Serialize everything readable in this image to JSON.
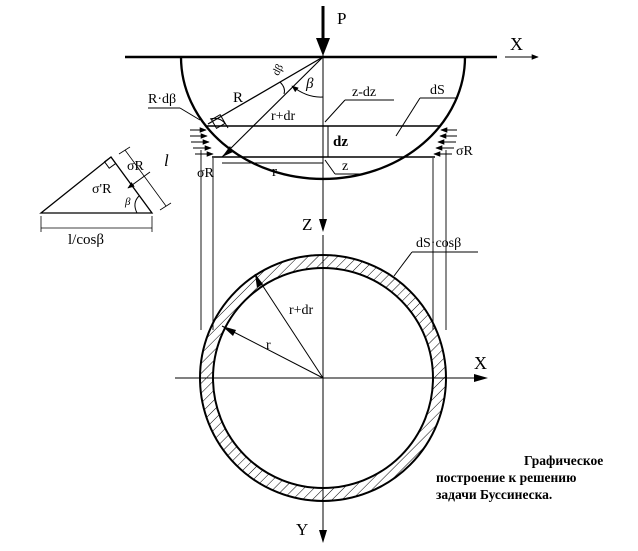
{
  "labels": {
    "P": "P",
    "X_top": "X",
    "X_bottom": "X",
    "Z": "Z",
    "Y": "Y",
    "R": "R",
    "d_beta": "dβ",
    "beta": "β",
    "R_d_beta": "R·dβ",
    "r_plus_dr_top": "r+dr",
    "z_minus_dz": "z-dz",
    "dS": "dS",
    "dz": "dz",
    "r_top": "r",
    "z": "z",
    "sigma_R_left": "σR",
    "sigma_R_right": "σR",
    "dS_cos_beta": "dS·cosβ",
    "r_plus_dr_bottom": "r+dr",
    "r_bottom": "r"
  },
  "inset": {
    "sigma_R": "σR",
    "sigma_prime_R": "σ'R",
    "l": "l",
    "beta": "β",
    "l_over_cos_beta": "l/cosβ"
  },
  "caption": {
    "line1": "Графическое",
    "line2": "построение к решению",
    "line3": "задачи Буссинеска."
  }
}
